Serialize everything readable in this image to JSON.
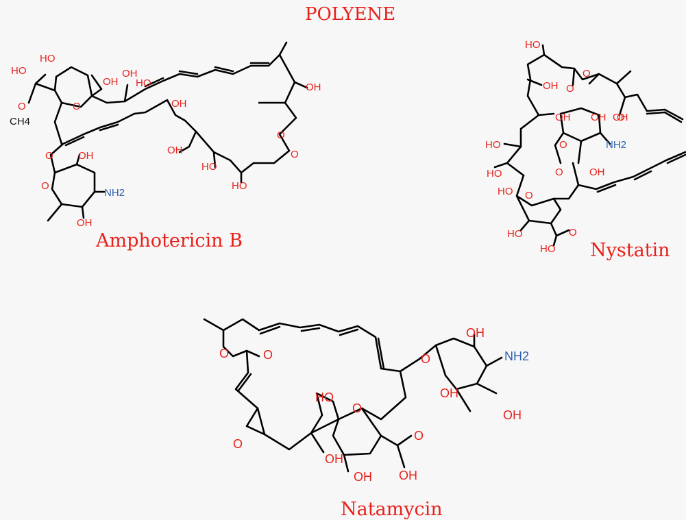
{
  "title": "POLYENE",
  "colors": {
    "text": "#e8201a",
    "nitrogen": "#2b5fb0",
    "bond": "#000000",
    "background": "#f7f7f7"
  },
  "molecules": [
    {
      "id": "amphotericin-b",
      "name": "Amphotericin B",
      "atom_labels": [
        "HO",
        "HO",
        "O",
        "CH4",
        "OH",
        "O",
        "OH",
        "OH",
        "OH",
        "OH",
        "O",
        "O",
        "HO",
        "HO",
        "HO",
        "O",
        "O",
        "OH",
        "NH2",
        "OH"
      ]
    },
    {
      "id": "nystatin",
      "name": "Nystatin",
      "atom_labels": [
        "HO",
        "OH",
        "O",
        "O",
        "O",
        "OH",
        "OH",
        "OH",
        "NH2",
        "HO",
        "HO",
        "O",
        "OH",
        "HO",
        "O",
        "O",
        "HO",
        "O",
        "HO"
      ]
    },
    {
      "id": "natamycin",
      "name": "Natamycin",
      "atom_labels": [
        "O",
        "O",
        "O",
        "HO",
        "O",
        "OH",
        "OH",
        "OH",
        "O",
        "OH",
        "O",
        "OH",
        "NH2",
        "OH"
      ]
    }
  ]
}
